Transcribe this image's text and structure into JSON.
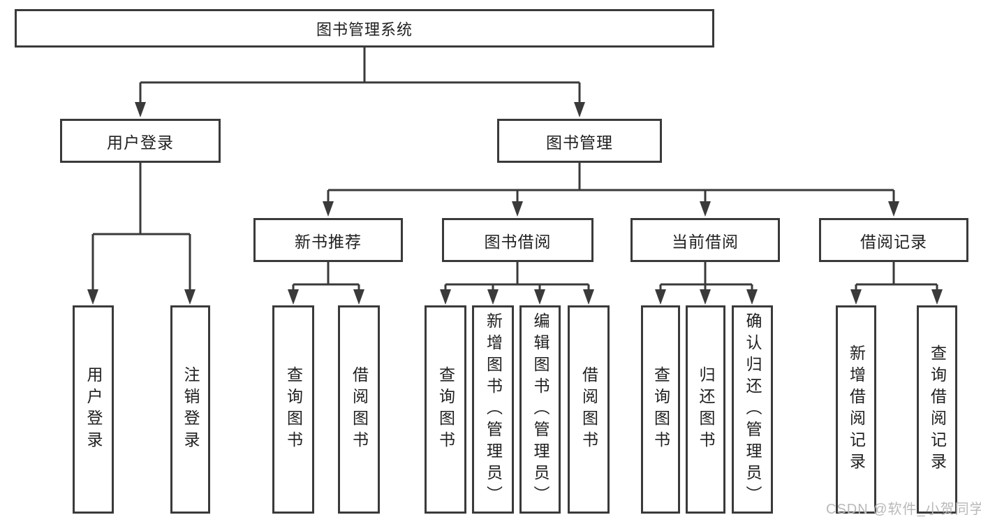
{
  "diagram": {
    "title": "图书管理系统",
    "colors": {
      "line": "#3a3a3a",
      "text": "#1f1f1f",
      "box_background": "#ffffff",
      "watermark": "#b9b9b9"
    },
    "watermark": "CSDN @软件_小贺同学",
    "root": {
      "label": "图书管理系统",
      "children": [
        {
          "label": "用户登录",
          "children": [
            {
              "label": "用户登录"
            },
            {
              "label": "注销登录"
            }
          ]
        },
        {
          "label": "图书管理",
          "children": [
            {
              "label": "新书推荐",
              "children": [
                {
                  "label": "查询图书"
                },
                {
                  "label": "借阅图书"
                }
              ]
            },
            {
              "label": "图书借阅",
              "children": [
                {
                  "label": "查询图书"
                },
                {
                  "label": "新增图书（管理员）"
                },
                {
                  "label": "编辑图书（管理员）"
                },
                {
                  "label": "借阅图书"
                }
              ]
            },
            {
              "label": "当前借阅",
              "children": [
                {
                  "label": "查询图书"
                },
                {
                  "label": "归还图书"
                },
                {
                  "label": "确认归还（管理员）"
                }
              ]
            },
            {
              "label": "借阅记录",
              "children": [
                {
                  "label": "新增借阅记录"
                },
                {
                  "label": "查询借阅记录"
                }
              ]
            }
          ]
        }
      ]
    }
  }
}
